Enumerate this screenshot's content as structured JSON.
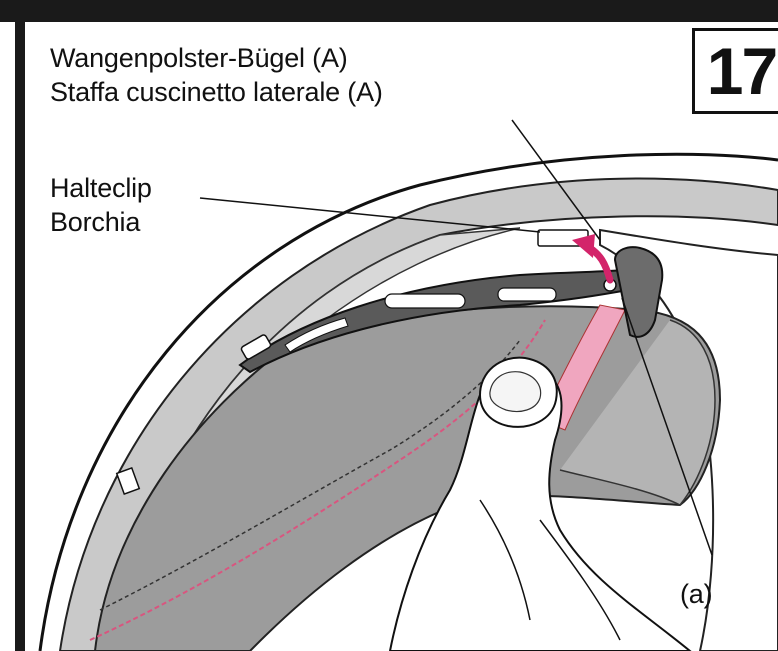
{
  "step_number": "17",
  "labels": {
    "bracket_de": "Wangenpolster-Bügel (A)",
    "bracket_it": "Staffa cuscinetto laterale (A)",
    "clip_de": "Halteclip",
    "clip_it": "Borchia",
    "point_a": "(a)"
  },
  "colors": {
    "frame": "#1a1a1a",
    "shell_gray": "#b5b5b5",
    "pad_gray": "#9a9a9a",
    "bracket_dark": "#555555",
    "stitch_pink": "#d9557f",
    "strap_pink": "#f0a6bf",
    "arrow_magenta": "#d3246a",
    "hand": "#ffffff"
  },
  "icons": {
    "arrow": "curved-up-arrow-icon"
  }
}
